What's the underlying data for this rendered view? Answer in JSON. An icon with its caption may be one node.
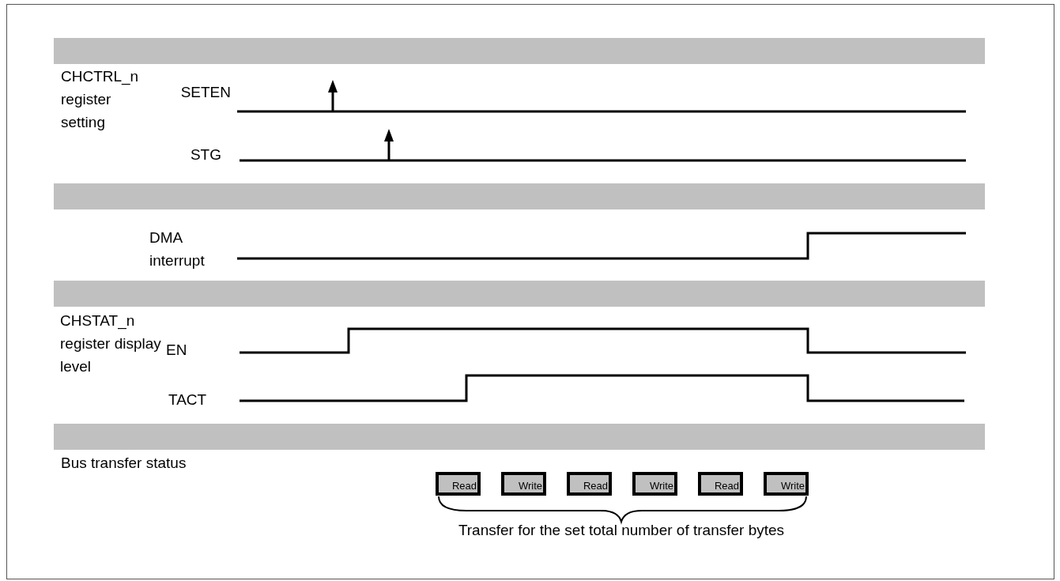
{
  "diagram": {
    "nodes": [
      {
        "text": [],
        "shape": "bar"
      },
      {
        "text": [],
        "shape": "bar"
      },
      {
        "text": [],
        "shape": "bar"
      },
      {
        "text": [],
        "shape": "bar"
      },
      {
        "text": [
          "Read"
        ]
      },
      {
        "text": [
          "Write"
        ]
      },
      {
        "text": [
          "Read"
        ]
      },
      {
        "text": [
          "Write"
        ]
      },
      {
        "text": [
          "Read"
        ]
      },
      {
        "text": [
          "Write"
        ]
      }
    ],
    "labels": [
      "CHCTRL_n register setting",
      "SETEN",
      "STG",
      "DMA interrupt",
      "CHSTAT_n register display level",
      "EN",
      "TACT",
      "Bus transfer status",
      "Transfer for the set total number of transfer bytes"
    ]
  }
}
